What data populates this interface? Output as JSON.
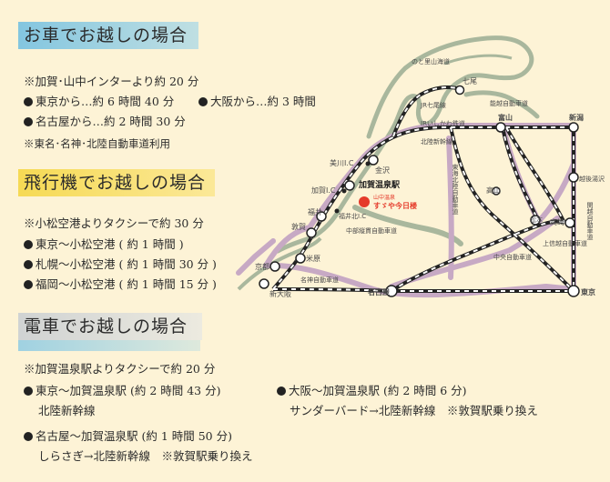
{
  "car": {
    "title": "お車でお越しの場合",
    "lines": [
      {
        "bullet": "",
        "text": "※加賀･山中インターより約 20 分"
      },
      {
        "bullet": "●",
        "text": "東京から…約 6 時間 40 分"
      },
      {
        "bullet": "●",
        "text": "大阪から…約 3 時間"
      },
      {
        "bullet": "●",
        "text": "名古屋から…約 2 時間 30 分"
      },
      {
        "bullet": "",
        "text": "※東名･名神･北陸自動車道利用"
      }
    ]
  },
  "plane": {
    "title": "飛行機でお越しの場合",
    "lines": [
      {
        "bullet": "",
        "text": "※小松空港よりタクシーで約 30 分"
      },
      {
        "bullet": "●",
        "text": "東京～小松空港 ( 約 1 時間 )"
      },
      {
        "bullet": "●",
        "text": "札幌～小松空港 ( 約 1 時間 30 分 )"
      },
      {
        "bullet": "●",
        "text": "福岡～小松空港 ( 約 1 時間 15 分 )"
      }
    ]
  },
  "train": {
    "title": "電車でお越しの場合",
    "lines": [
      {
        "bullet": "",
        "text": "※加賀温泉駅よりタクシーで約 20 分"
      },
      {
        "bullet": "●",
        "text": "東京～加賀温泉駅 (約 2 時間 43 分)"
      },
      {
        "bullet": "",
        "text": "北陸新幹線"
      },
      {
        "bullet": "●",
        "text": "大阪～加賀温泉駅 (約 2 時間 6 分)"
      },
      {
        "bullet": "",
        "text": "サンダーバード→北陸新幹線　※敦賀駅乗り換え"
      },
      {
        "bullet": "●",
        "text": "名古屋～加賀温泉駅 (約 1 時間 50 分)"
      },
      {
        "bullet": "",
        "text": "しらさぎ→北陸新幹線　※敦賀駅乗り換え"
      }
    ]
  },
  "map": {
    "colors": {
      "land": "#a9b79d",
      "highway": "#c7a9c4",
      "rail": "#222222",
      "hotel": "#e53a2a"
    },
    "labels": {
      "noto": "のと里山海道",
      "nanao": "七尾",
      "noetsu": "能越自動車道",
      "iri": "IRいしかわ鉄道",
      "nanao_line": "JR七尾線",
      "hokuriku_shinkansen": "北陸新幹線",
      "toyama": "富山",
      "niigata": "新潟",
      "tokai_hokuriku": "東海北陸自動車道",
      "echigo": "越後湯沢",
      "kanetsu": "関越自動車道",
      "takasaki": "高崎",
      "joshinetsu": "上信越自動車道",
      "matsumoto": "松本",
      "takayama": "高山",
      "chuo": "中央自動車道",
      "chubu_jukan": "中部縦貫自動車道",
      "mikawa": "美川I.C",
      "kanazawa": "金沢",
      "kaga_ic": "加賀I.C",
      "kaga_station": "加賀温泉駅",
      "hotel_small": "山中温泉",
      "hotel_name": "すゞや今日楼",
      "fukui": "福井",
      "fukui_kita": "福井北I.C",
      "tsuruga": "敦賀",
      "maibara": "米原",
      "kyoto": "京都",
      "shin_osaka": "新大阪",
      "meishin": "名神自動車道",
      "nagoya": "名古屋",
      "tokyo": "東京"
    }
  }
}
